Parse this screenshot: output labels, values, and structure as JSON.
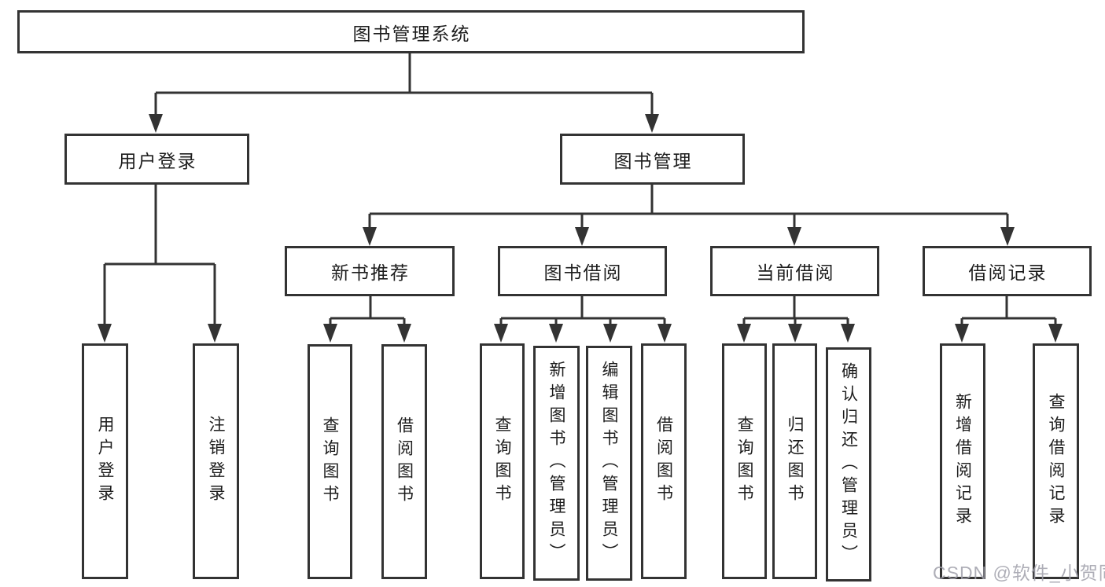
{
  "diagram_title": "图书管理系统",
  "tree": {
    "label": "图书管理系统",
    "children": [
      {
        "label": "用户登录",
        "children": [
          {
            "label": "用户登录"
          },
          {
            "label": "注销登录"
          }
        ]
      },
      {
        "label": "图书管理",
        "children": [
          {
            "label": "新书推荐",
            "children": [
              {
                "label": "查询图书"
              },
              {
                "label": "借阅图书"
              }
            ]
          },
          {
            "label": "图书借阅",
            "children": [
              {
                "label": "查询图书"
              },
              {
                "label": "新增图书（管理员）"
              },
              {
                "label": "编辑图书（管理员）"
              },
              {
                "label": "借阅图书"
              }
            ]
          },
          {
            "label": "当前借阅",
            "children": [
              {
                "label": "查询图书"
              },
              {
                "label": "归还图书"
              },
              {
                "label": "确认归还（管理员）"
              }
            ]
          },
          {
            "label": "借阅记录",
            "children": [
              {
                "label": "新增借阅记录"
              },
              {
                "label": "查询借阅记录"
              }
            ]
          }
        ]
      }
    ]
  },
  "watermark": {
    "text": "CSDN @软件_小贺同学"
  },
  "colors": {
    "line": "#333333",
    "box_border": "#333333",
    "box_background": "#ffffff",
    "text": "#1d1d1d",
    "watermark": "#a0a0aa"
  }
}
